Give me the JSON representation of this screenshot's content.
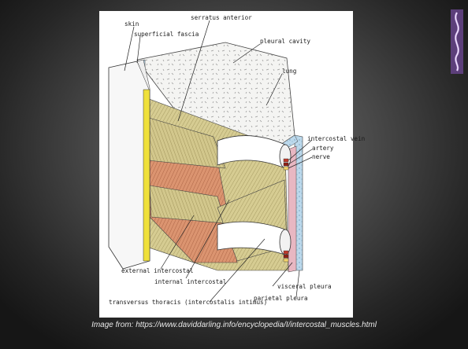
{
  "figure": {
    "labels": {
      "skin": "skin",
      "superficial_fascia": "superficial fascia",
      "serratus_anterior": "serratus anterior",
      "pleural_cavity": "pleural cavity",
      "lung": "lung",
      "intercostal_vein": "intercostal vein",
      "artery": "artery",
      "nerve": "nerve",
      "external_intercostal": "external intercostal",
      "internal_intercostal": "internal intercostal",
      "transversus_thoracis": "transversus thoracis (intercostalis intimus)",
      "visceral_pleura": "visceral pleura",
      "parietal_pleura": "parietal pleura"
    }
  },
  "caption": "Image from: https://www.daviddarling.info/encyclopedia/I/intercostal_muscles.html",
  "colors": {
    "muscle_tan": "#cfc48a",
    "muscle_orange": "#d9906a",
    "skin_yellow": "#efe03a",
    "pleura_blue": "#b9d7ea",
    "pleura_pink": "#e8b7c2",
    "emblem_purple": "#8a5fb3"
  }
}
